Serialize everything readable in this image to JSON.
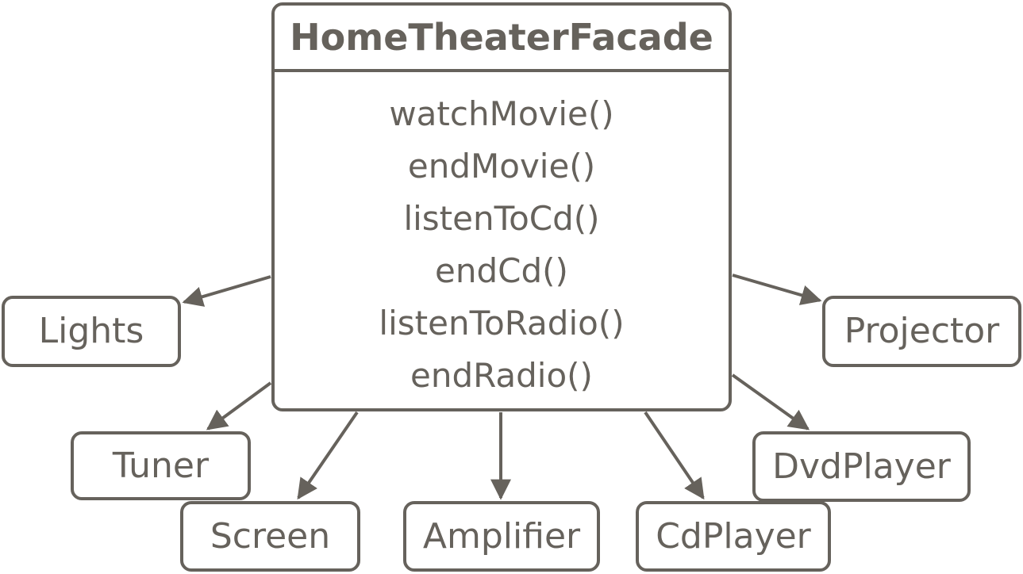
{
  "facade": {
    "name": "HomeTheaterFacade",
    "methods": [
      "watchMovie()",
      "endMovie()",
      "listenToCd()",
      "endCd()",
      "listenToRadio()",
      "endRadio()"
    ]
  },
  "subsystems": {
    "lights": "Lights",
    "projector": "Projector",
    "tuner": "Tuner",
    "screen": "Screen",
    "amplifier": "Amplifier",
    "cdplayer": "CdPlayer",
    "dvdplayer": "DvdPlayer"
  },
  "colors": {
    "stroke": "#66625c",
    "background": "#ffffff"
  }
}
